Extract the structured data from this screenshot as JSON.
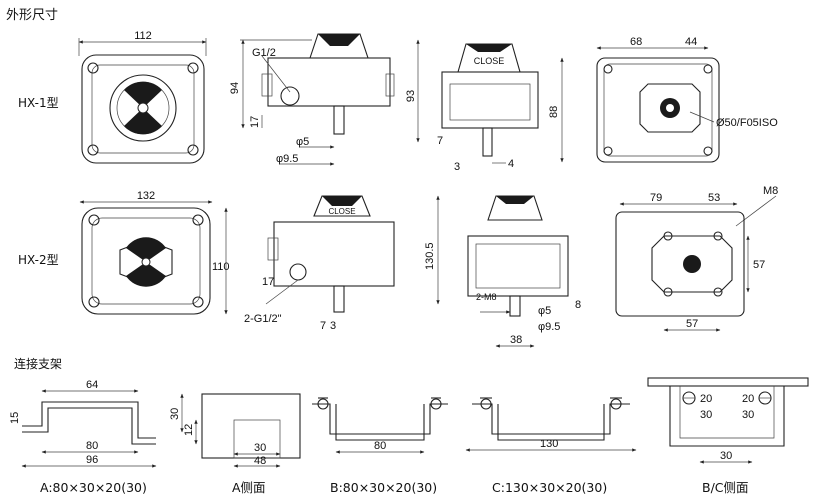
{
  "headers": {
    "outline": "外形尺寸",
    "bracket": "连接支架"
  },
  "models": {
    "hx1": "HX-1型",
    "hx2": "HX-2型"
  },
  "hx1": {
    "front_width": "112",
    "side_height": "94",
    "side_port": "G1/2",
    "side_offset": "17",
    "side_shaft_a": "φ5",
    "side_shaft_b": "φ9.5",
    "end_height": "93",
    "end_cap": "CLOSE",
    "end_dim_a": "7",
    "end_dim_b": "3",
    "end_dim_c": "4",
    "top_w1": "68",
    "top_w2": "44",
    "top_h": "88",
    "top_flange": "Ø50/F05ISO"
  },
  "hx2": {
    "front_width": "132",
    "front_height": "110",
    "side_offset": "17",
    "side_port": "2-G1/2\"",
    "side_dim_a": "7",
    "side_dim_b": "3",
    "side_cap": "CLOSE",
    "end_height": "130.5",
    "end_port": "2-M8",
    "end_shaft_a": "φ5",
    "end_shaft_b": "φ9.5",
    "end_shaft_w": "38",
    "end_dim_8": "8",
    "top_w1": "79",
    "top_w2": "53",
    "top_bolt": "M8",
    "top_h": "57",
    "top_w3": "57"
  },
  "brackets": {
    "a_top": "64",
    "a_h": "15",
    "a_w1": "80",
    "a_w2": "96",
    "a_caption": "A:80×30×20(30)",
    "aside_h1": "30",
    "aside_h2": "12",
    "aside_w1": "30",
    "aside_w2": "48",
    "aside_caption": "A侧面",
    "b_w": "80",
    "b_caption": "B:80×30×20(30)",
    "c_w": "130",
    "c_caption": "C:130×30×20(30)",
    "bc_l1": "20",
    "bc_l2": "30",
    "bc_r1": "20",
    "bc_r2": "30",
    "bc_w": "30",
    "bc_caption": "B/C侧面"
  }
}
